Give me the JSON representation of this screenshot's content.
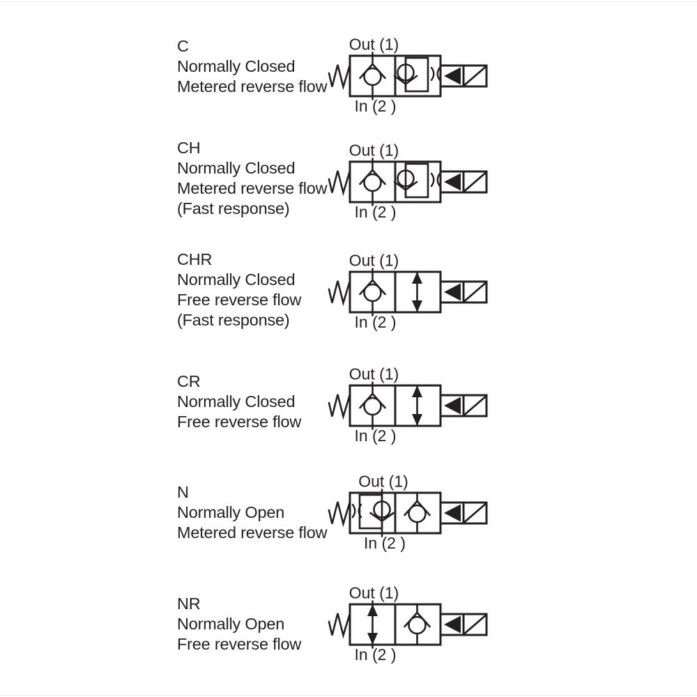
{
  "diagram": {
    "background_color": "#ffffff",
    "ink_color": "#231f20",
    "valves": [
      {
        "code": "C",
        "description_lines": [
          "Normally Closed",
          "Metered reverse flow"
        ],
        "port_top_label": "Out (1)",
        "port_bottom_label": "In (2 )",
        "symbol": {
          "type": "2-way 2-position solenoid cartridge valve",
          "left_actuator": "spring",
          "right_actuator": "solenoid",
          "normal_position": "check-valve",
          "actuated_position": "metered-check-valve",
          "ports_connect_to": "normal_position"
        }
      },
      {
        "code": "CH",
        "description_lines": [
          "Normally Closed",
          "Metered reverse flow",
          "(Fast response)"
        ],
        "port_top_label": "Out (1)",
        "port_bottom_label": "In (2 )",
        "symbol": {
          "type": "2-way 2-position solenoid cartridge valve",
          "left_actuator": "spring",
          "right_actuator": "solenoid",
          "normal_position": "check-valve",
          "actuated_position": "metered-check-valve",
          "ports_connect_to": "normal_position"
        }
      },
      {
        "code": "CHR",
        "description_lines": [
          "Normally Closed",
          "Free reverse flow",
          "(Fast response)"
        ],
        "port_top_label": "Out (1)",
        "port_bottom_label": "In (2 )",
        "symbol": {
          "type": "2-way 2-position solenoid cartridge valve",
          "left_actuator": "spring",
          "right_actuator": "solenoid",
          "normal_position": "check-valve",
          "actuated_position": "free-flow-bidirectional",
          "ports_connect_to": "normal_position"
        }
      },
      {
        "code": "CR",
        "description_lines": [
          "Normally Closed",
          "Free reverse flow"
        ],
        "port_top_label": "Out (1)",
        "port_bottom_label": "In (2 )",
        "symbol": {
          "type": "2-way 2-position solenoid cartridge valve",
          "left_actuator": "spring",
          "right_actuator": "solenoid",
          "normal_position": "check-valve",
          "actuated_position": "free-flow-bidirectional",
          "ports_connect_to": "normal_position"
        }
      },
      {
        "code": "N",
        "description_lines": [
          "Normally Open",
          "Metered reverse flow"
        ],
        "port_top_label": "Out (1)",
        "port_bottom_label": "In (2 )",
        "symbol": {
          "type": "2-way 2-position solenoid cartridge valve",
          "left_actuator": "spring",
          "right_actuator": "solenoid",
          "normal_position": "metered-check-valve",
          "actuated_position": "check-valve",
          "ports_connect_to": "normal_position"
        }
      },
      {
        "code": "NR",
        "description_lines": [
          "Normally Open",
          "Free reverse flow"
        ],
        "port_top_label": "Out (1)",
        "port_bottom_label": "In (2 )",
        "symbol": {
          "type": "2-way 2-position solenoid cartridge valve",
          "left_actuator": "spring",
          "right_actuator": "solenoid",
          "normal_position": "free-flow-bidirectional",
          "actuated_position": "check-valve",
          "ports_connect_to": "normal_position"
        }
      }
    ]
  }
}
